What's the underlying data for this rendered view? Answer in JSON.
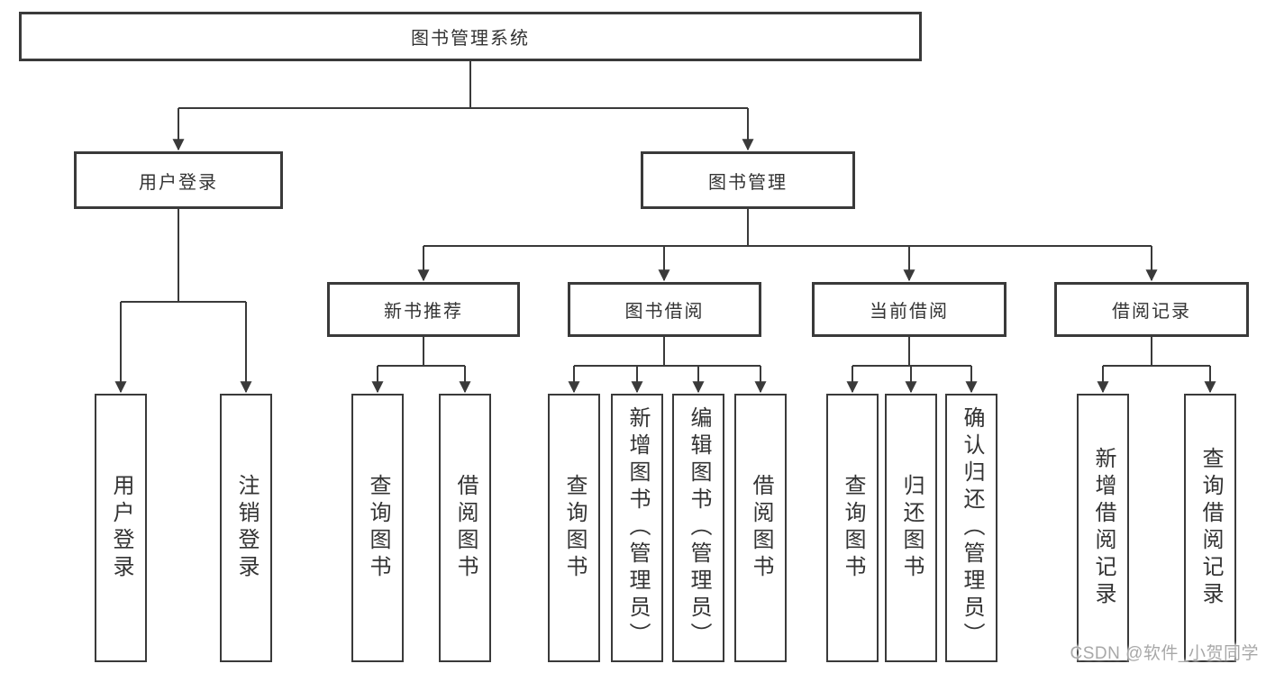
{
  "diagram": {
    "root": {
      "label": "图书管理系统"
    },
    "branches": [
      {
        "label": "用户登录",
        "children": [
          {
            "label": "用户登录"
          },
          {
            "label": "注销登录"
          }
        ]
      },
      {
        "label": "图书管理",
        "sections": [
          {
            "label": "新书推荐",
            "children": [
              {
                "label": "查询图书"
              },
              {
                "label": "借阅图书"
              }
            ]
          },
          {
            "label": "图书借阅",
            "children": [
              {
                "label": "查询图书"
              },
              {
                "label": "新增图书（管理员）"
              },
              {
                "label": "编辑图书（管理员）"
              },
              {
                "label": "借阅图书"
              }
            ]
          },
          {
            "label": "当前借阅",
            "children": [
              {
                "label": "查询图书"
              },
              {
                "label": "归还图书"
              },
              {
                "label": "确认归还（管理员）"
              }
            ]
          },
          {
            "label": "借阅记录",
            "children": [
              {
                "label": "新增借阅记录"
              },
              {
                "label": "查询借阅记录"
              }
            ]
          }
        ]
      }
    ]
  },
  "watermark": {
    "text": "CSDN @软件_小贺同学"
  },
  "colors": {
    "line": "#3a3a3a",
    "text": "#333333",
    "box_fill": "#ffffff",
    "watermark": "#a8a8a8",
    "background": "#ffffff"
  }
}
